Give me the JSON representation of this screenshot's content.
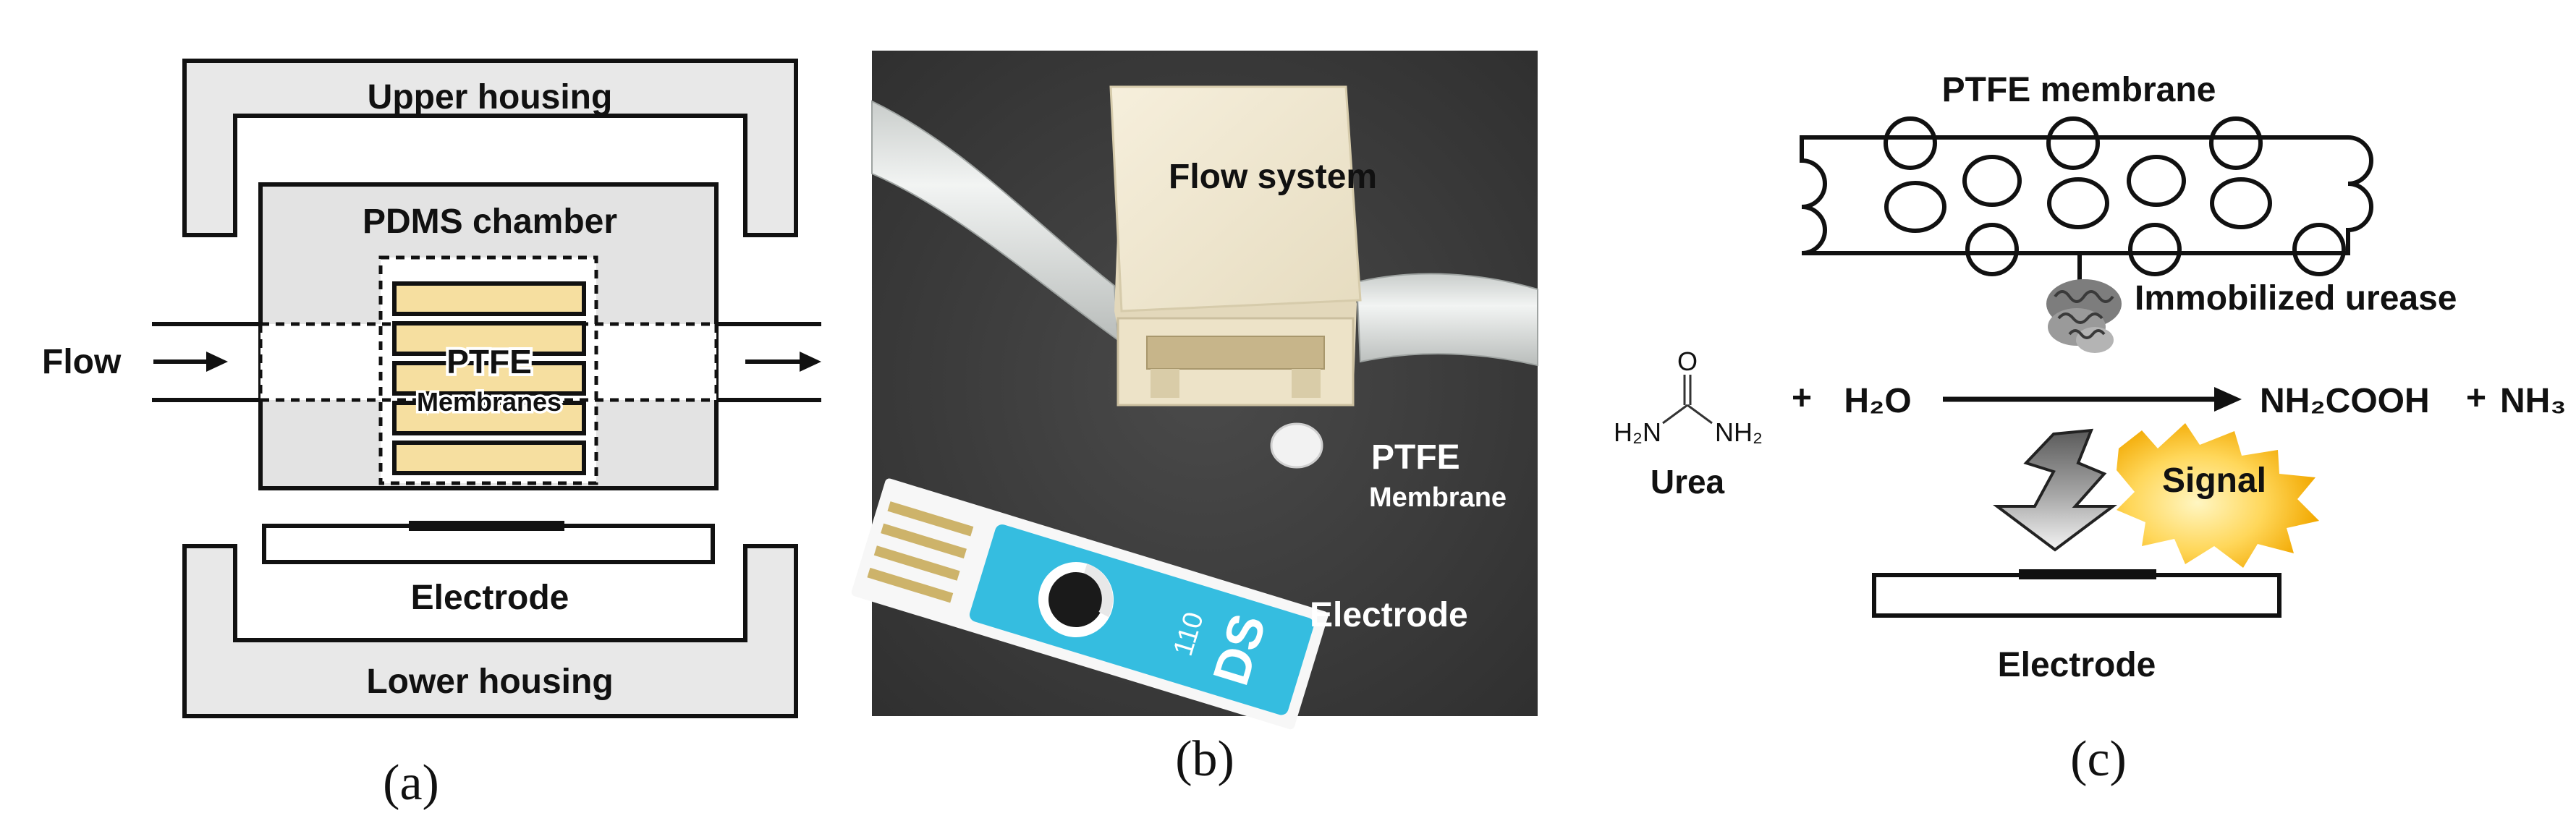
{
  "panel_a": {
    "upper_housing": "Upper housing",
    "pdms_chamber": "PDMS chamber",
    "flow": "Flow",
    "ptfe": "PTFE",
    "membranes": "Membranes",
    "electrode": "Electrode",
    "lower_housing": "Lower housing",
    "caption": "(a)",
    "colors": {
      "housing_fill": "#e8e8e8",
      "chamber_fill": "#e3e3e3",
      "membrane_fill": "#f6dfa0",
      "stroke": "#111111"
    }
  },
  "panel_b": {
    "flow_system": "Flow system",
    "ptfe": "PTFE",
    "membrane": "Membrane",
    "electrode": "Electrode",
    "strip_text": "DS",
    "strip_number": "110",
    "caption": "(b)",
    "colors": {
      "background": "#3c3c3c",
      "block": "#efe6cf",
      "tube": "#e3e6e4",
      "strip_blue": "#35bde0"
    }
  },
  "panel_c": {
    "ptfe_membrane": "PTFE membrane",
    "immobilized_urease": "Immobilized urease",
    "urea": "Urea",
    "plus": "+",
    "water": "H₂O",
    "product_1": "NH₂COOH",
    "product_2": "NH₃",
    "h2n": "H₂N",
    "nh2": "NH₂",
    "oxygen": "O",
    "signal": "Signal",
    "electrode": "Electrode",
    "caption": "(c)",
    "colors": {
      "burst_outer": "#f4b61e",
      "burst_inner": "#fff3b0",
      "electrode_fill": "#ffffff"
    }
  }
}
